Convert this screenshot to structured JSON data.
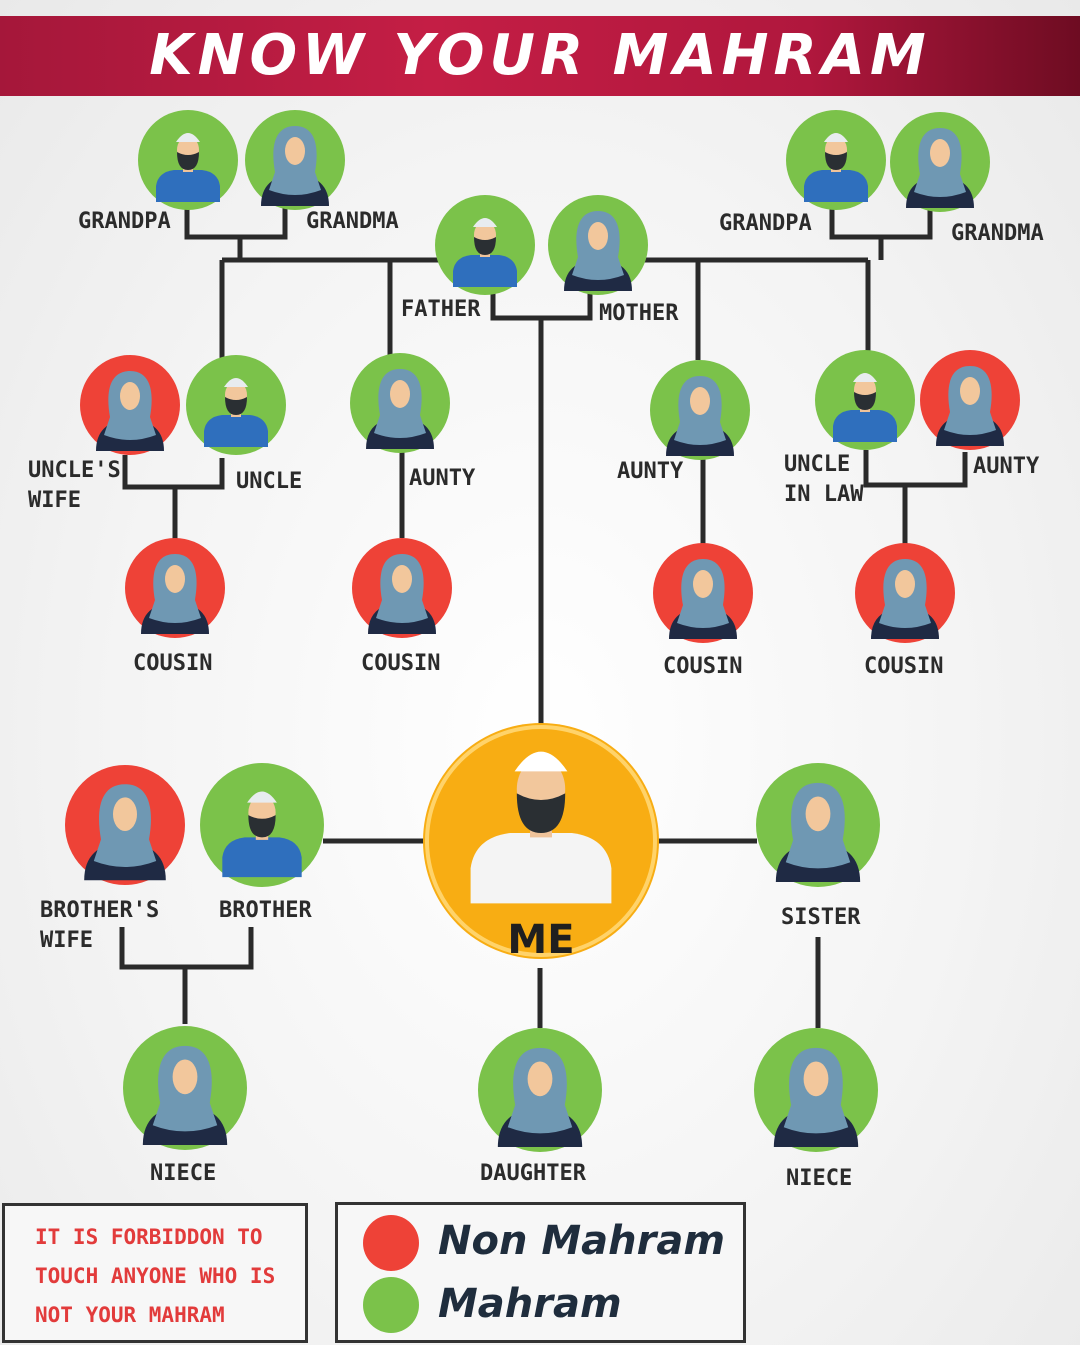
{
  "title": "KNOW YOUR MAHRAM",
  "colors": {
    "mahram": "#7bc24a",
    "non_mahram": "#ee4237",
    "me": "#f8ad13",
    "banner": "#b3183e"
  },
  "people": [
    {
      "id": "paternal-grandpa",
      "label": "GRANDPA",
      "status": "mahram",
      "figure": "man"
    },
    {
      "id": "paternal-grandma",
      "label": "GRANDMA",
      "status": "mahram",
      "figure": "woman"
    },
    {
      "id": "father",
      "label": "FATHER",
      "status": "mahram",
      "figure": "man"
    },
    {
      "id": "mother",
      "label": "MOTHER",
      "status": "mahram",
      "figure": "woman"
    },
    {
      "id": "maternal-grandpa",
      "label": "GRANDPA",
      "status": "mahram",
      "figure": "man"
    },
    {
      "id": "maternal-grandma",
      "label": "GRANDMA",
      "status": "mahram",
      "figure": "woman"
    },
    {
      "id": "uncles-wife",
      "label": "UNCLE'S WIFE",
      "status": "non_mahram",
      "figure": "woman"
    },
    {
      "id": "uncle",
      "label": "UNCLE",
      "status": "mahram",
      "figure": "man"
    },
    {
      "id": "paternal-aunty",
      "label": "AUNTY",
      "status": "mahram",
      "figure": "woman"
    },
    {
      "id": "maternal-aunty",
      "label": "AUNTY",
      "status": "mahram",
      "figure": "woman"
    },
    {
      "id": "uncle-in-law",
      "label": "UNCLE IN LAW",
      "status": "mahram",
      "figure": "man"
    },
    {
      "id": "aunty-non-mahram",
      "label": "AUNTY",
      "status": "non_mahram",
      "figure": "woman"
    },
    {
      "id": "cousin-1",
      "label": "COUSIN",
      "status": "non_mahram",
      "figure": "woman"
    },
    {
      "id": "cousin-2",
      "label": "COUSIN",
      "status": "non_mahram",
      "figure": "woman"
    },
    {
      "id": "cousin-3",
      "label": "COUSIN",
      "status": "non_mahram",
      "figure": "woman"
    },
    {
      "id": "cousin-4",
      "label": "COUSIN",
      "status": "non_mahram",
      "figure": "woman"
    },
    {
      "id": "me",
      "label": "ME",
      "status": "me",
      "figure": "man"
    },
    {
      "id": "brothers-wife",
      "label": "BROTHER'S WIFE",
      "status": "non_mahram",
      "figure": "woman"
    },
    {
      "id": "brother",
      "label": "BROTHER",
      "status": "mahram",
      "figure": "man"
    },
    {
      "id": "sister",
      "label": "SISTER",
      "status": "mahram",
      "figure": "woman"
    },
    {
      "id": "brothers-niece",
      "label": "NIECE",
      "status": "mahram",
      "figure": "woman"
    },
    {
      "id": "daughter",
      "label": "DAUGHTER",
      "status": "mahram",
      "figure": "woman"
    },
    {
      "id": "sisters-niece",
      "label": "NIECE",
      "status": "mahram",
      "figure": "woman"
    }
  ],
  "note": "IT IS FORBIDDON TO TOUCH ANYONE WHO IS NOT YOUR MAHRAM",
  "legend": {
    "non_mahram": "Non Mahram",
    "mahram": "Mahram"
  }
}
